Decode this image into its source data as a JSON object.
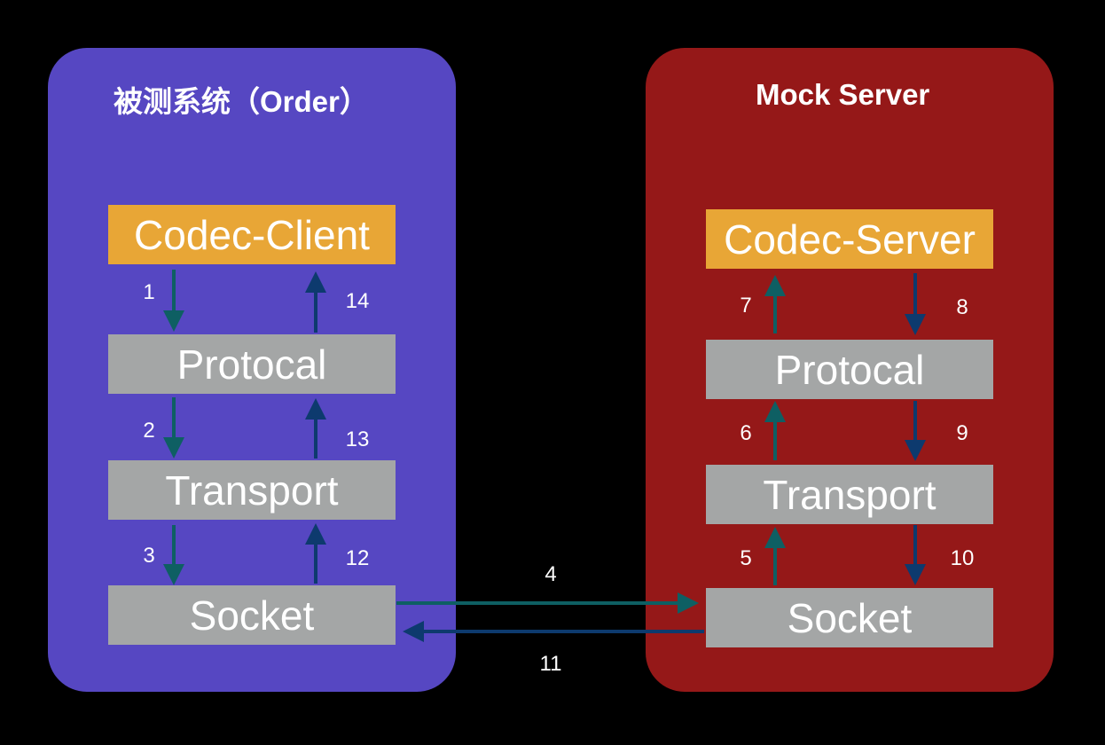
{
  "system_under_test": {
    "title": "被测系统（Order）",
    "layers": [
      "Codec-Client",
      "Protocal",
      "Transport",
      "Socket"
    ]
  },
  "mock_server": {
    "title": "Mock Server",
    "layers": [
      "Codec-Server",
      "Protocal",
      "Transport",
      "Socket"
    ]
  },
  "steps": [
    "1",
    "2",
    "3",
    "4",
    "5",
    "6",
    "7",
    "8",
    "9",
    "10",
    "11",
    "12",
    "13",
    "14"
  ],
  "colors": {
    "left_panel": "#5647c2",
    "right_panel": "#951818",
    "codec_box": "#e8a636",
    "layer_box": "#a4a6a6",
    "request_arrow": "#0e5f63",
    "response_arrow": "#0d3a6e"
  }
}
